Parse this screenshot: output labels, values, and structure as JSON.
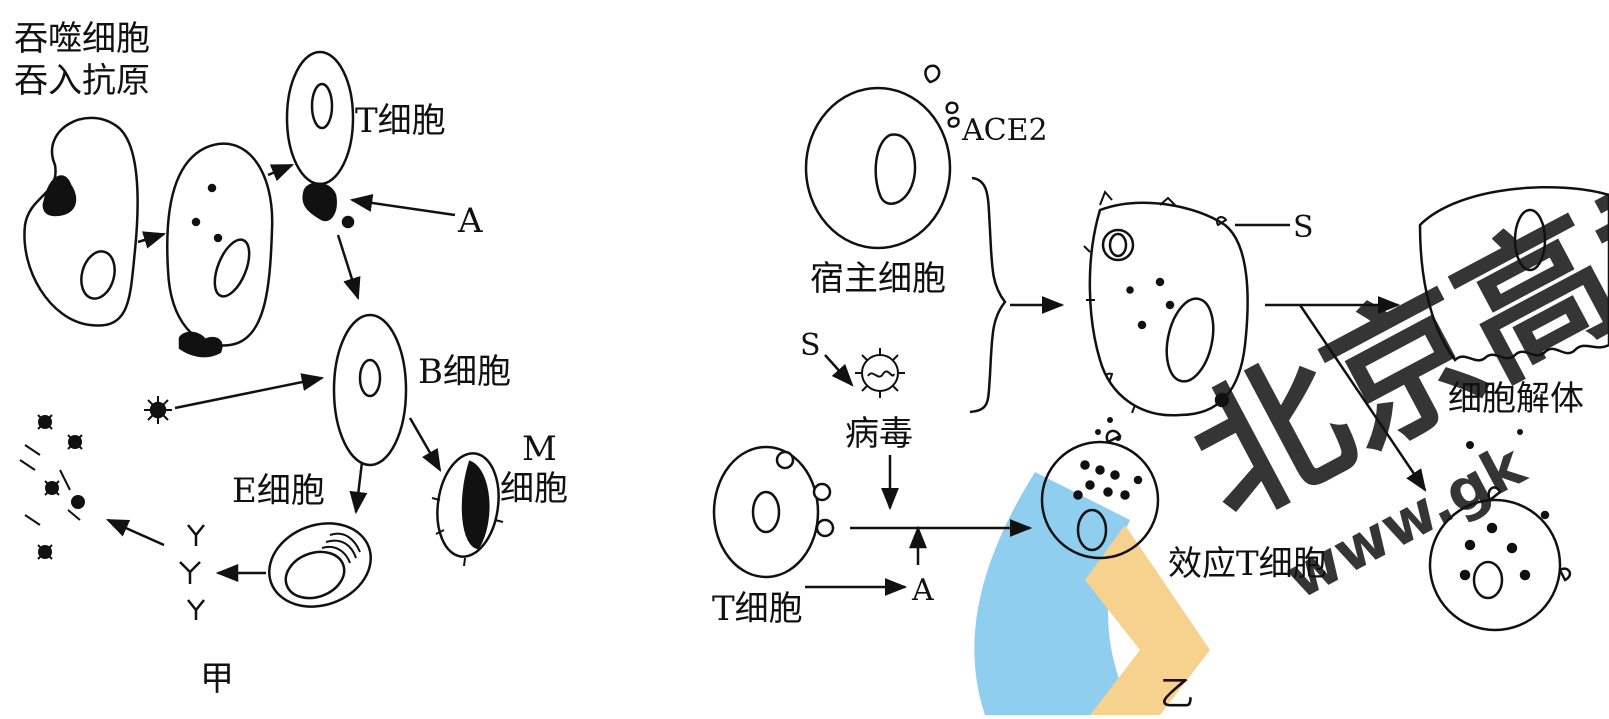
{
  "diagram_jia": {
    "caption": "甲",
    "macrophage_label_line1": "吞噬细胞",
    "macrophage_label_line2": "吞入抗原",
    "t_cell_label": "T细胞",
    "a_label": "A",
    "b_cell_label": "B细胞",
    "m_cell_label_line1": "M",
    "m_cell_label_line2": "细胞",
    "e_cell_label": "E细胞"
  },
  "diagram_yi": {
    "caption": "乙",
    "ace2_label": "ACE2",
    "host_cell_label": "宿主细胞",
    "s_label_protein": "S",
    "s_label_virus": "S",
    "virus_label": "病毒",
    "t_cell_label": "T细胞",
    "a_label": "A",
    "effector_t_label": "效应T细胞",
    "lysis_label": "细胞解体"
  },
  "watermark": {
    "main_text": "北京高考",
    "sub_text": "www.gk",
    "colors": {
      "blue": "#5fb7e8",
      "orange": "#f5c56a"
    }
  }
}
